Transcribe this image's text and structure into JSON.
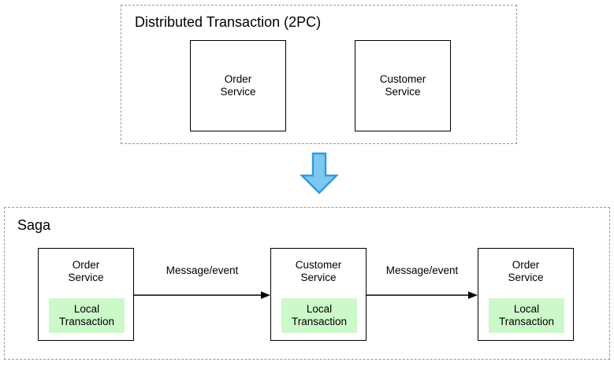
{
  "diagram": {
    "title_top": "Distributed Transaction (2PC)",
    "title_bottom": "Saga",
    "colors": {
      "local_transaction_fill": "#CCF9C9",
      "arrow_fill": "#7CC8EF",
      "arrow_stroke": "#3399DD",
      "box_stroke": "#000000",
      "group_stroke": "#9A9A9A"
    },
    "top_section": {
      "label": "Distributed Transaction (2PC)",
      "services": [
        {
          "name": "Order\nService"
        },
        {
          "name": "Customer\nService"
        }
      ]
    },
    "transition": {
      "icon": "down-arrow-icon"
    },
    "bottom_section": {
      "label": "Saga",
      "services": [
        {
          "name": "Order\nService",
          "local_transaction": "Local\nTransaction"
        },
        {
          "name": "Customer\nService",
          "local_transaction": "Local\nTransaction"
        },
        {
          "name": "Order\nService",
          "local_transaction": "Local\nTransaction"
        }
      ],
      "connectors": [
        {
          "label": "Message/event"
        },
        {
          "label": "Message/event"
        }
      ]
    }
  }
}
